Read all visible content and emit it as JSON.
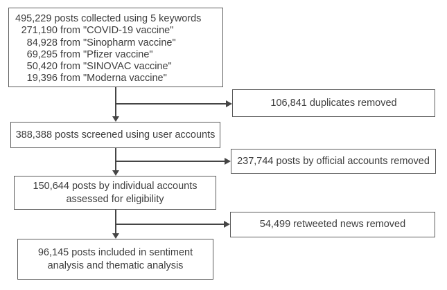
{
  "diagram": {
    "type": "flowchart",
    "colors": {
      "background": "#ffffff",
      "box_border": "#5a5a5a",
      "text": "#3d3d3d",
      "arrow": "#454545"
    },
    "collected_box": {
      "title": "495,229 posts collected using 5 keywords",
      "sources": [
        {
          "count": "271,190",
          "label": "from \"COVID-19 vaccine\""
        },
        {
          "count": "84,928",
          "label": "from \"Sinopharm vaccine\""
        },
        {
          "count": "69,295",
          "label": "from \"Pfizer vaccine\""
        },
        {
          "count": "50,420",
          "label": "from \"SINOVAC vaccine\""
        },
        {
          "count": "19,396",
          "label": "from \"Moderna vaccine\""
        }
      ]
    },
    "duplicates_box": {
      "label": "106,841 duplicates removed"
    },
    "screened_box": {
      "label": "388,388 posts screened using user accounts"
    },
    "official_box": {
      "label": "237,744 posts by official accounts removed"
    },
    "eligibility_box": {
      "lines": [
        "150,644 posts by individual accounts",
        "assessed for eligibility"
      ]
    },
    "retweeted_box": {
      "label": "54,499 retweeted news removed"
    },
    "included_box": {
      "lines": [
        "96,145 posts included in sentiment",
        "analysis and thematic analysis"
      ]
    }
  }
}
